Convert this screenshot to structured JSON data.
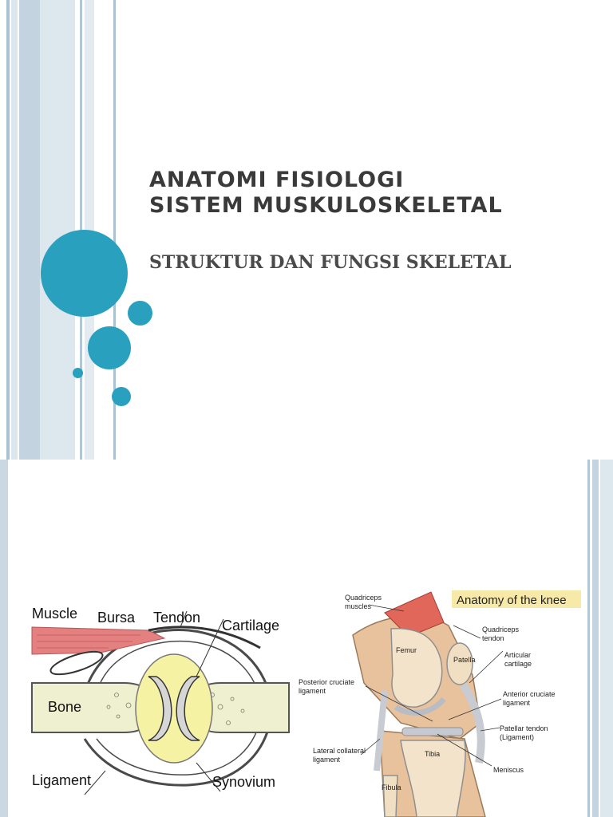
{
  "slide1": {
    "title_line1": "ANATOMI FISIOLOGI",
    "title_line2": "SISTEM MUSKULOSKELETAL",
    "subtitle": "STRUKTUR DAN FUNGSI SKELETAL"
  },
  "joint_diagram": {
    "labels": {
      "muscle": "Muscle",
      "bursa": "Bursa",
      "tendon": "Tendon",
      "cartilage": "Cartilage",
      "bone": "Bone",
      "ligament": "Ligament",
      "synovium": "Synovium"
    }
  },
  "knee_diagram": {
    "heading": "Anatomy of the knee",
    "labels": {
      "quadriceps_muscles_1": "Quadriceps",
      "quadriceps_muscles_2": "muscles",
      "quadriceps_tendon_1": "Quadriceps",
      "quadriceps_tendon_2": "tendon",
      "femur": "Femur",
      "patella": "Patella",
      "articular_cartilage_1": "Articular",
      "articular_cartilage_2": "cartilage",
      "posterior_cruciate_1": "Posterior cruciate",
      "posterior_cruciate_2": "ligament",
      "anterior_cruciate_1": "Anterior cruciate",
      "anterior_cruciate_2": "ligament",
      "patellar_tendon_1": "Patellar tendon",
      "patellar_tendon_2": "(Ligament)",
      "lateral_collateral_1": "Lateral collateral",
      "lateral_collateral_2": "ligament",
      "tibia": "Tibia",
      "fibula": "Fibula",
      "meniscus": "Meniscus"
    }
  },
  "colors": {
    "accent": "#2aa0bf",
    "stripe_light": "#dbe6ee",
    "stripe_mid": "#b7ccdb",
    "title_text": "#3a3a3a"
  }
}
